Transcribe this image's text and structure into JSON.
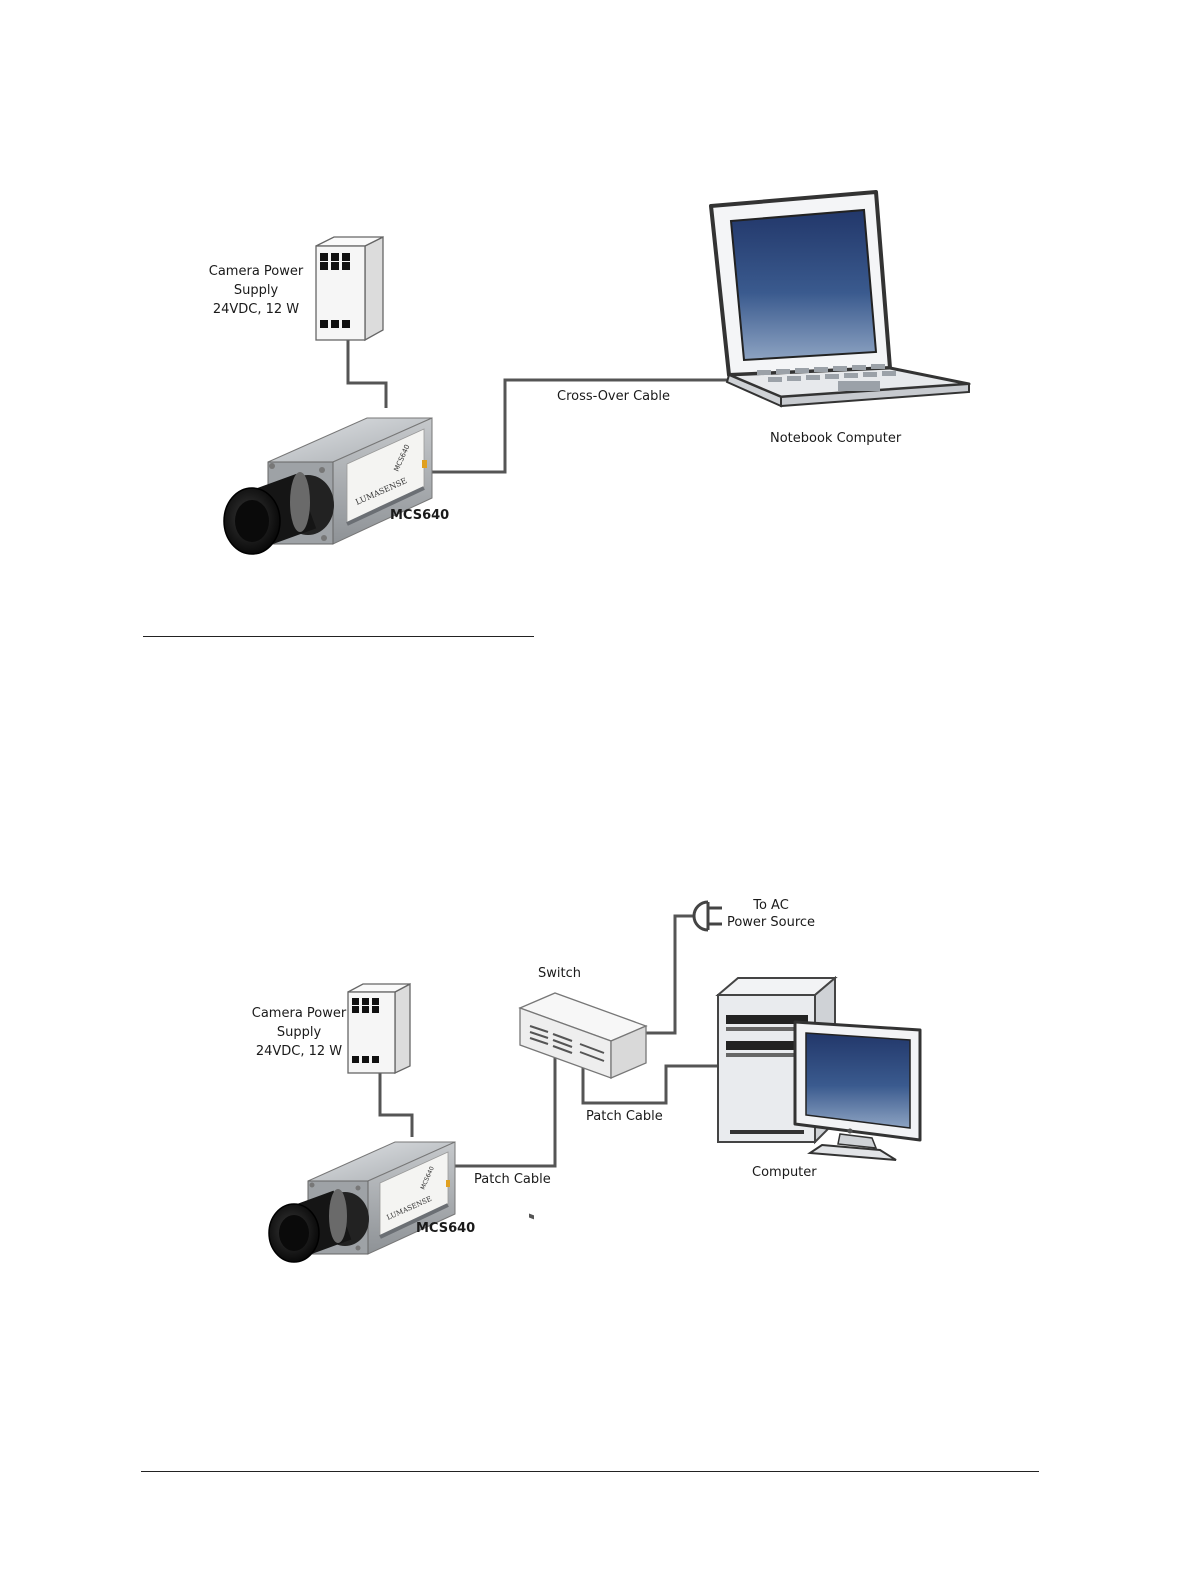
{
  "diagram1": {
    "power_supply_label": [
      "Camera Power",
      "Supply",
      "24VDC, 12 W"
    ],
    "cable_label": "Cross-Over Cable",
    "computer_label": "Notebook Computer",
    "camera_label": "MCS640",
    "camera_brand": "LUMASENSE",
    "camera_model_marking": "MCS640"
  },
  "diagram2": {
    "power_supply_label": [
      "Camera Power",
      "Supply",
      "24VDC, 12 W"
    ],
    "switch_label": "Switch",
    "ac_label": [
      "To AC",
      "Power Source"
    ],
    "patch_cable_top_label": "Patch Cable",
    "patch_cable_bottom_label": "Patch Cable",
    "computer_label": "Computer",
    "camera_label": "MCS640",
    "camera_brand": "LUMASENSE",
    "camera_model_marking": "MCS640"
  },
  "colors": {
    "cable": "#555555",
    "screen": "#2e4a78",
    "device_body": "#f2f2f2",
    "camera_body": "#b5b8bb"
  }
}
